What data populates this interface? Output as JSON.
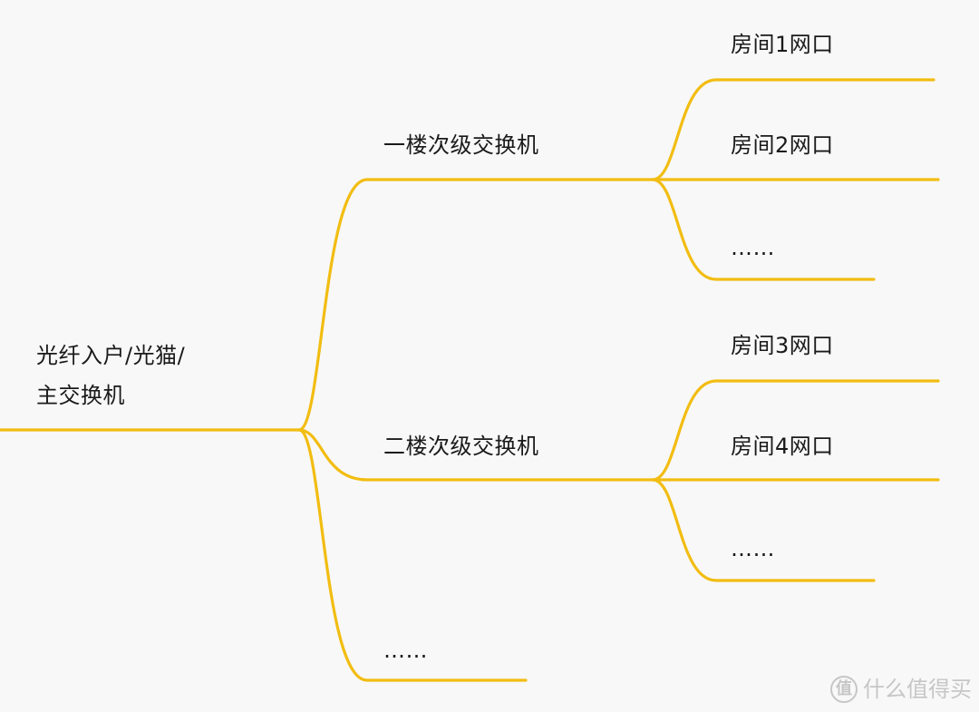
{
  "diagram": {
    "type": "mind-map",
    "line_color": "#f2bd12",
    "root": {
      "label_line1": "光纤入户/光猫/",
      "label_line2": "主交换机"
    },
    "level1": [
      {
        "id": "floor1",
        "label": "一楼次级交换机"
      },
      {
        "id": "floor2",
        "label": "二楼次级交换机"
      },
      {
        "id": "more",
        "label": "……"
      }
    ],
    "level2": [
      {
        "parent": "floor1",
        "label": "房间1网口"
      },
      {
        "parent": "floor1",
        "label": "房间2网口"
      },
      {
        "parent": "floor1",
        "label": "……"
      },
      {
        "parent": "floor2",
        "label": "房间3网口"
      },
      {
        "parent": "floor2",
        "label": "房间4网口"
      },
      {
        "parent": "floor2",
        "label": "……"
      }
    ]
  },
  "watermark": {
    "text": "什么值得买",
    "logo_glyph": "值"
  }
}
